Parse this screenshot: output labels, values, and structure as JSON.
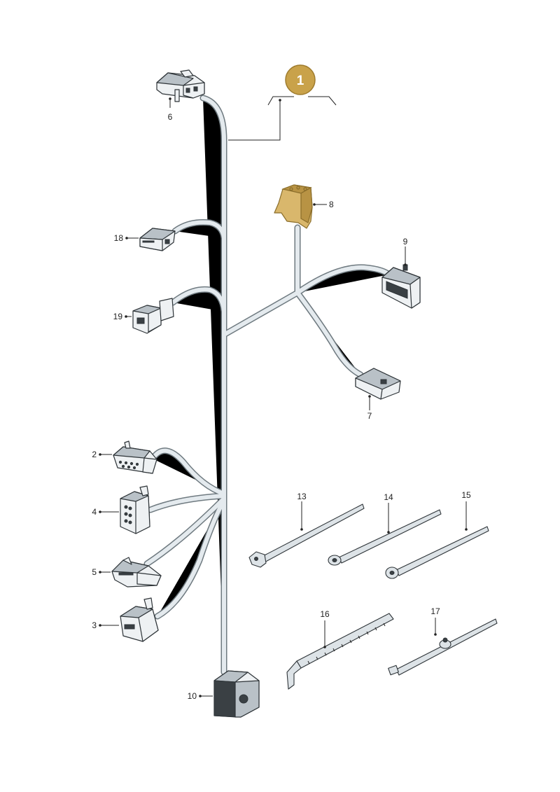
{
  "badge": {
    "label": "1",
    "color": "#c9a24a"
  },
  "callouts": {
    "c2": "2",
    "c3": "3",
    "c4": "4",
    "c5": "5",
    "c6": "6",
    "c7": "7",
    "c8": "8",
    "c9": "9",
    "c10": "10",
    "c13": "13",
    "c14": "14",
    "c15": "15",
    "c16": "16",
    "c17": "17",
    "c18": "18",
    "c19": "19"
  },
  "colors": {
    "highlight": "#d9b76c",
    "wire": "#e4eaee",
    "outline": "#2e3438"
  },
  "icons": {
    "connector": "plug-connector-icon",
    "cable_tie": "cable-tie-icon",
    "clip": "holder-clip-icon"
  }
}
